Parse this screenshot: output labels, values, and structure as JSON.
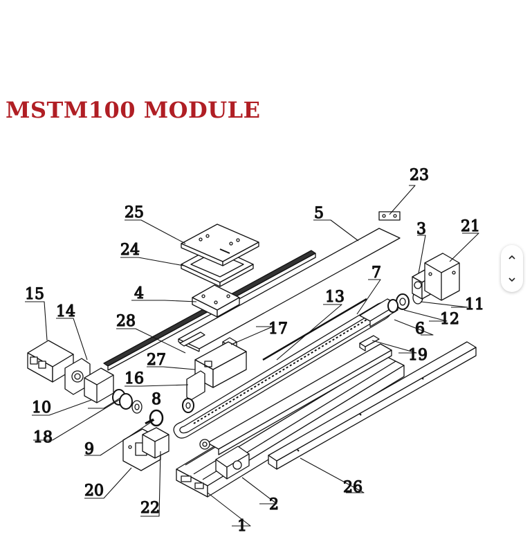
{
  "title": "MSTM100 MODULE",
  "title_color": "#b01e24",
  "callouts": [
    "1",
    "2",
    "3",
    "4",
    "5",
    "6",
    "7",
    "8",
    "9",
    "10",
    "11",
    "12",
    "13",
    "14",
    "15",
    "16",
    "17",
    "18",
    "19",
    "20",
    "21",
    "22",
    "23",
    "24",
    "25",
    "26",
    "27",
    "28"
  ],
  "scroll_controls": {
    "up_icon": "chevron-up-icon",
    "down_icon": "chevron-down-icon"
  }
}
